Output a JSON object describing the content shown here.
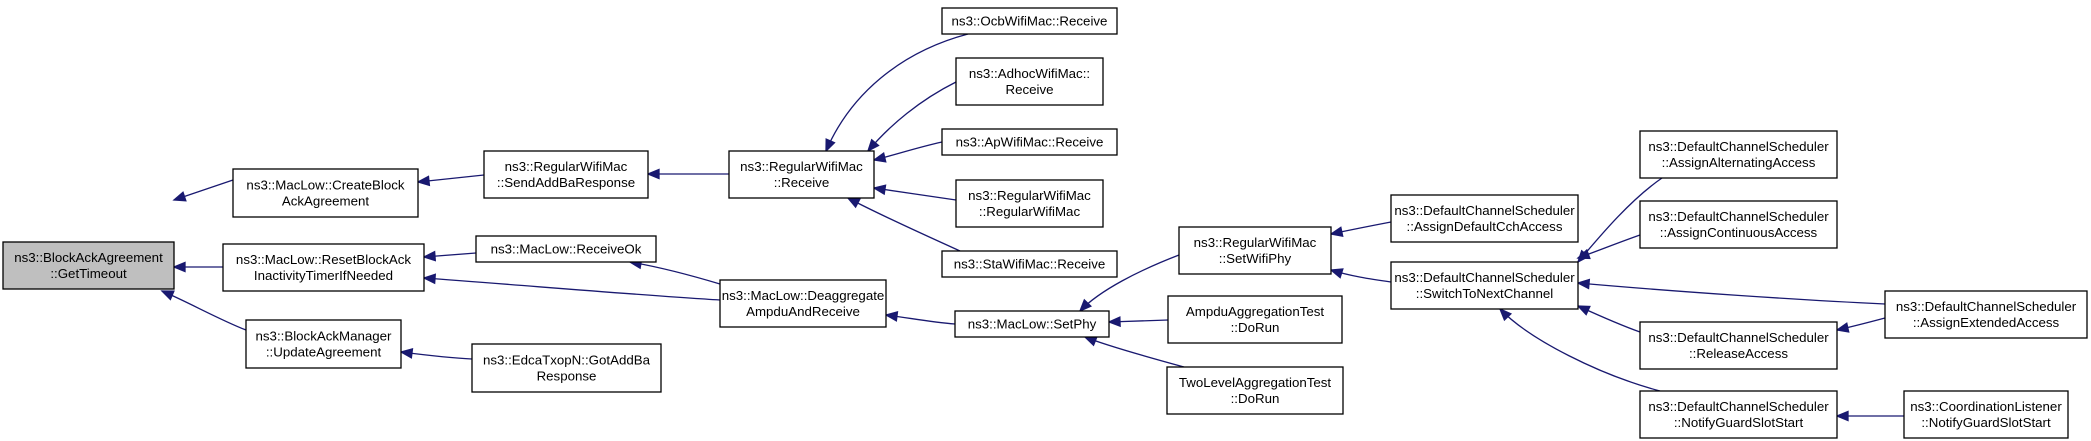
{
  "graph": {
    "colors": {
      "edge": "#191970",
      "node_border": "#000000",
      "node_fill": "#ffffff",
      "root_fill": "#bfbfbf"
    },
    "nodes": [
      {
        "id": "n0",
        "lines": [
          "ns3::BlockAckAgreement",
          "::GetTimeout"
        ]
      },
      {
        "id": "n1",
        "lines": [
          "ns3::MacLow::CreateBlock",
          "AckAgreement"
        ]
      },
      {
        "id": "n2",
        "lines": [
          "ns3::MacLow::ResetBlockAck",
          "InactivityTimerIfNeeded"
        ]
      },
      {
        "id": "n3",
        "lines": [
          "ns3::BlockAckManager",
          "::UpdateAgreement"
        ]
      },
      {
        "id": "n4",
        "lines": [
          "ns3::RegularWifiMac",
          "::SendAddBaResponse"
        ]
      },
      {
        "id": "n5",
        "lines": [
          "ns3::MacLow::ReceiveOk"
        ]
      },
      {
        "id": "n6",
        "lines": [
          "ns3::EdcaTxopN::GotAddBa",
          "Response"
        ]
      },
      {
        "id": "n7",
        "lines": [
          "ns3::RegularWifiMac",
          "::Receive"
        ]
      },
      {
        "id": "n8",
        "lines": [
          "ns3::MacLow::Deaggregate",
          "AmpduAndReceive"
        ]
      },
      {
        "id": "n9",
        "lines": [
          "ns3::OcbWifiMac::Receive"
        ]
      },
      {
        "id": "n10",
        "lines": [
          "ns3::AdhocWifiMac::",
          "Receive"
        ]
      },
      {
        "id": "n11",
        "lines": [
          "ns3::ApWifiMac::Receive"
        ]
      },
      {
        "id": "n12",
        "lines": [
          "ns3::RegularWifiMac",
          "::RegularWifiMac"
        ]
      },
      {
        "id": "n13",
        "lines": [
          "ns3::StaWifiMac::Receive"
        ]
      },
      {
        "id": "n14",
        "lines": [
          "ns3::MacLow::SetPhy"
        ]
      },
      {
        "id": "n15",
        "lines": [
          "ns3::RegularWifiMac",
          "::SetWifiPhy"
        ]
      },
      {
        "id": "n16",
        "lines": [
          "AmpduAggregationTest",
          "::DoRun"
        ]
      },
      {
        "id": "n17",
        "lines": [
          "TwoLevelAggregationTest",
          "::DoRun"
        ]
      },
      {
        "id": "n18",
        "lines": [
          "ns3::DefaultChannelScheduler",
          "::AssignDefaultCchAccess"
        ]
      },
      {
        "id": "n19",
        "lines": [
          "ns3::DefaultChannelScheduler",
          "::SwitchToNextChannel"
        ]
      },
      {
        "id": "n20",
        "lines": [
          "ns3::DefaultChannelScheduler",
          "::AssignAlternatingAccess"
        ]
      },
      {
        "id": "n21",
        "lines": [
          "ns3::DefaultChannelScheduler",
          "::AssignContinuousAccess"
        ]
      },
      {
        "id": "n22",
        "lines": [
          "ns3::DefaultChannelScheduler",
          "::ReleaseAccess"
        ]
      },
      {
        "id": "n23",
        "lines": [
          "ns3::DefaultChannelScheduler",
          "::NotifyGuardSlotStart"
        ]
      },
      {
        "id": "n24",
        "lines": [
          "ns3::DefaultChannelScheduler",
          "::AssignExtendedAccess"
        ]
      },
      {
        "id": "n25",
        "lines": [
          "ns3::CoordinationListener",
          "::NotifyGuardSlotStart"
        ]
      }
    ],
    "edges": [
      {
        "from": "n1",
        "to": "n0"
      },
      {
        "from": "n2",
        "to": "n0"
      },
      {
        "from": "n3",
        "to": "n0"
      },
      {
        "from": "n4",
        "to": "n1"
      },
      {
        "from": "n5",
        "to": "n2"
      },
      {
        "from": "n8",
        "to": "n2"
      },
      {
        "from": "n6",
        "to": "n3"
      },
      {
        "from": "n7",
        "to": "n4"
      },
      {
        "from": "n8",
        "to": "n5"
      },
      {
        "from": "n9",
        "to": "n7"
      },
      {
        "from": "n10",
        "to": "n7"
      },
      {
        "from": "n11",
        "to": "n7"
      },
      {
        "from": "n12",
        "to": "n7"
      },
      {
        "from": "n13",
        "to": "n7"
      },
      {
        "from": "n14",
        "to": "n8"
      },
      {
        "from": "n15",
        "to": "n14"
      },
      {
        "from": "n16",
        "to": "n14"
      },
      {
        "from": "n17",
        "to": "n14"
      },
      {
        "from": "n18",
        "to": "n15"
      },
      {
        "from": "n19",
        "to": "n15"
      },
      {
        "from": "n20",
        "to": "n19"
      },
      {
        "from": "n21",
        "to": "n19"
      },
      {
        "from": "n24",
        "to": "n19"
      },
      {
        "from": "n22",
        "to": "n19"
      },
      {
        "from": "n23",
        "to": "n19"
      },
      {
        "from": "n24",
        "to": "n22"
      },
      {
        "from": "n25",
        "to": "n23"
      }
    ]
  }
}
